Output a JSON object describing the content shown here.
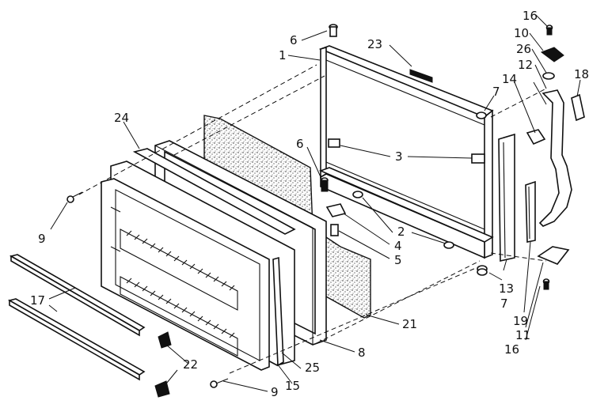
{
  "callouts": [
    {
      "id": "c16a",
      "text": "16"
    },
    {
      "id": "c10",
      "text": "10"
    },
    {
      "id": "c26",
      "text": "26"
    },
    {
      "id": "c12",
      "text": "12"
    },
    {
      "id": "c14",
      "text": "14"
    },
    {
      "id": "c18",
      "text": "18"
    },
    {
      "id": "c6a",
      "text": "6"
    },
    {
      "id": "c1",
      "text": "1"
    },
    {
      "id": "c23",
      "text": "23"
    },
    {
      "id": "c7a",
      "text": "7"
    },
    {
      "id": "c3",
      "text": "3"
    },
    {
      "id": "c24",
      "text": "24"
    },
    {
      "id": "c6b",
      "text": "6"
    },
    {
      "id": "c2",
      "text": "2"
    },
    {
      "id": "c4",
      "text": "4"
    },
    {
      "id": "c5",
      "text": "5"
    },
    {
      "id": "c9a",
      "text": "9"
    },
    {
      "id": "c17",
      "text": "17"
    },
    {
      "id": "c21",
      "text": "21"
    },
    {
      "id": "c13",
      "text": "13"
    },
    {
      "id": "c7b",
      "text": "7"
    },
    {
      "id": "c19",
      "text": "19"
    },
    {
      "id": "c11",
      "text": "11"
    },
    {
      "id": "c16b",
      "text": "16"
    },
    {
      "id": "c8",
      "text": "8"
    },
    {
      "id": "c22",
      "text": "22"
    },
    {
      "id": "c25",
      "text": "25"
    },
    {
      "id": "c15",
      "text": "15"
    },
    {
      "id": "c9b",
      "text": "9"
    }
  ]
}
